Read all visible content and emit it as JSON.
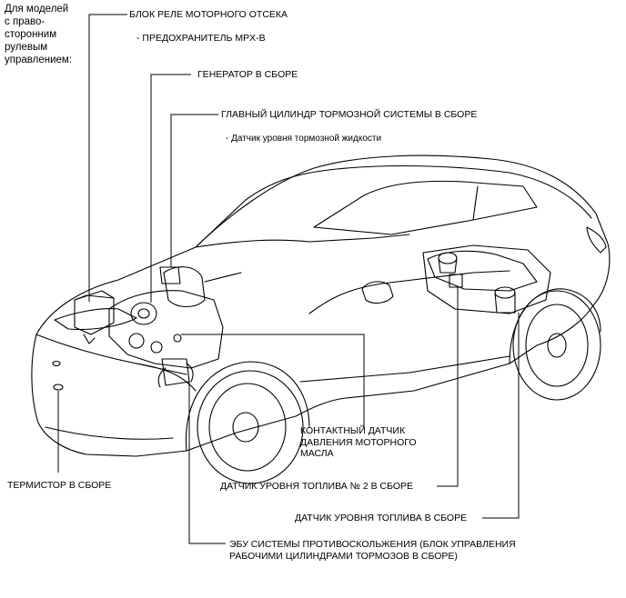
{
  "labels": {
    "rhd_note": "Для моделей\nс право-\nсторонним\nрулевым\nуправлением:",
    "relay_block": "БЛОК РЕЛЕ МОТОРНОГО ОТСЕКА",
    "fuse_mpx": "- ПРЕДОХРАНИТЕЛЬ MPX-B",
    "generator": "ГЕНЕРАТОР В СБОРЕ",
    "master_cylinder": "ГЛАВНЫЙ ЦИЛИНДР ТОРМОЗНОЙ СИСТЕМЫ В СБОРЕ",
    "brake_fluid_sensor": "- Датчик уровня тормозной жидкости",
    "oil_pressure": "КОНТАКТНЫЙ ДАТЧИК\nДАВЛЕНИЯ МОТОРНОГО\nМАСЛА",
    "thermistor": "ТЕРМИСТОР В СБОРЕ",
    "fuel_sensor_2": "ДАТЧИК УРОВНЯ ТОПЛИВА № 2 В СБОРЕ",
    "fuel_sensor": "ДАТЧИК УРОВНЯ ТОПЛИВА В СБОРЕ",
    "abs_ecu": "ЭБУ СИСТЕМЫ ПРОТИВОСКОЛЬЖЕНИЯ (БЛОК УПРАВЛЕНИЯ\nРАБОЧИМИ ЦИЛИНДРАМИ ТОРМОЗОВ В СБОРЕ)"
  },
  "colors": {
    "line": "#000000",
    "background": "#ffffff"
  }
}
